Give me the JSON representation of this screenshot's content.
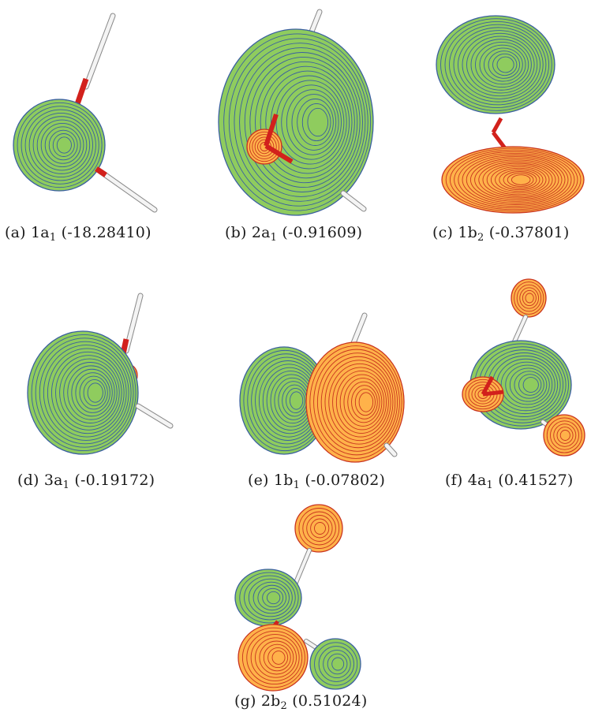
{
  "colors": {
    "positive_lobe": "#8fcc5e",
    "positive_contour": "#3a5fa0",
    "negative_lobe": "#ffb24a",
    "negative_contour": "#c9341f",
    "bond_white": "#f2f2f2",
    "bond_red": "#d2211c"
  },
  "panels": [
    {
      "tag": "(a)",
      "sym": "1a",
      "sub": "1",
      "energy": "(-18.28410)"
    },
    {
      "tag": "(b)",
      "sym": "2a",
      "sub": "1",
      "energy": "(-0.91609)"
    },
    {
      "tag": "(c)",
      "sym": "1b",
      "sub": "2",
      "energy": "(-0.37801)"
    },
    {
      "tag": "(d)",
      "sym": "3a",
      "sub": "1",
      "energy": "(-0.19172)"
    },
    {
      "tag": "(e)",
      "sym": "1b",
      "sub": "1",
      "energy": "(-0.07802)"
    },
    {
      "tag": "(f)",
      "sym": "4a",
      "sub": "1",
      "energy": "(0.41527)"
    },
    {
      "tag": "(g)",
      "sym": "2b",
      "sub": "2",
      "energy": "(0.51024)"
    }
  ]
}
